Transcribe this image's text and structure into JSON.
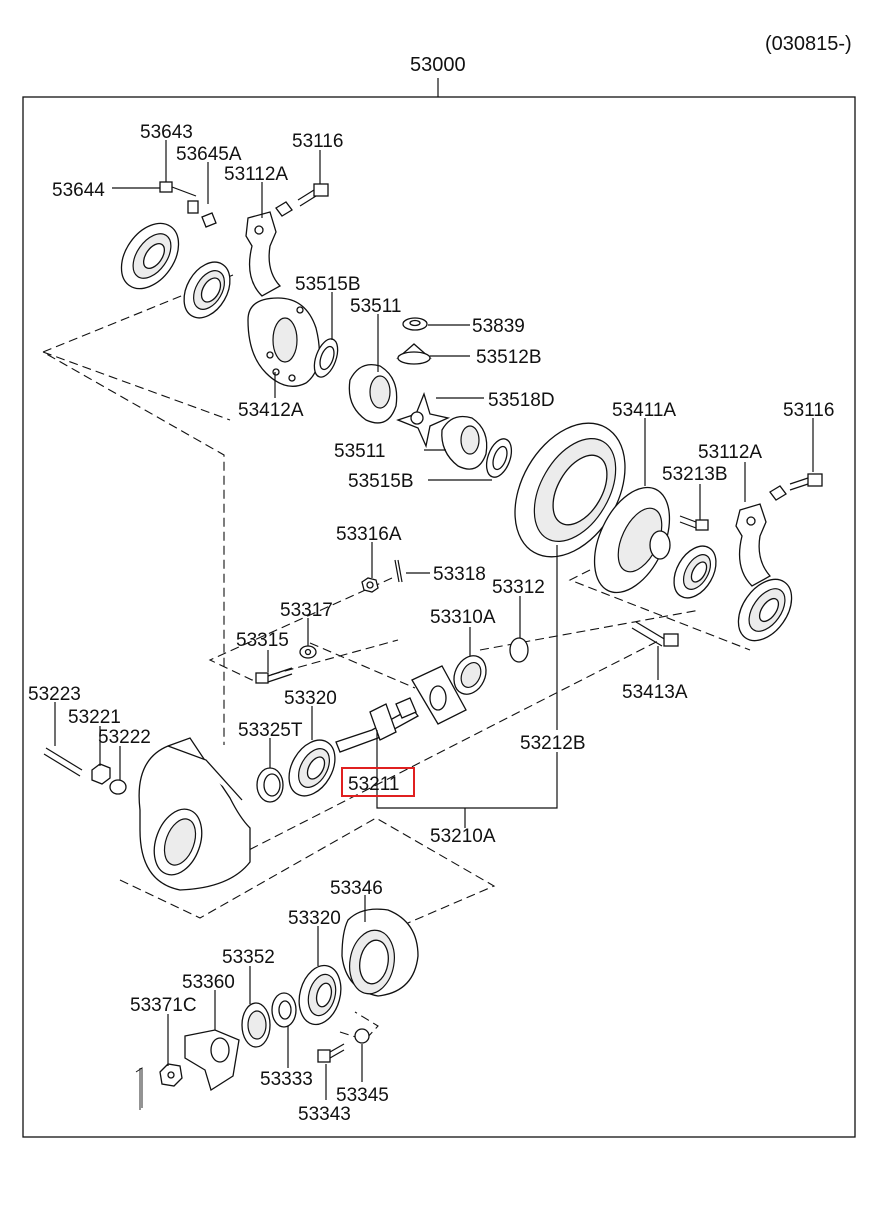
{
  "header": {
    "date_code": "(030815-)"
  },
  "assembly": {
    "main": "53000"
  },
  "highlight": {
    "part": "53211",
    "color": "#e02020"
  },
  "labels": {
    "p53643": "53643",
    "p53645a": "53645A",
    "p53644": "53644",
    "p53112a_top": "53112A",
    "p53116_top": "53116",
    "p53515b_top": "53515B",
    "p53511_top": "53511",
    "p53839": "53839",
    "p53512b": "53512B",
    "p53518d": "53518D",
    "p53412a": "53412A",
    "p53511_mid": "53511",
    "p53515b_mid": "53515B",
    "p53411a": "53411A",
    "p53116_right": "53116",
    "p53112a_right": "53112A",
    "p53213b": "53213B",
    "p53316a": "53316A",
    "p53318": "53318",
    "p53312": "53312",
    "p53317": "53317",
    "p53310a": "53310A",
    "p53315": "53315",
    "p53413a": "53413A",
    "p53223": "53223",
    "p53320_top": "53320",
    "p53221": "53221",
    "p53325t": "53325T",
    "p53222": "53222",
    "p53212b": "53212B",
    "p53211": "53211",
    "p53210a": "53210A",
    "p53346": "53346",
    "p53320_bot": "53320",
    "p53352": "53352",
    "p53360": "53360",
    "p53371c": "53371C",
    "p53333": "53333",
    "p53345": "53345",
    "p53343": "53343"
  }
}
